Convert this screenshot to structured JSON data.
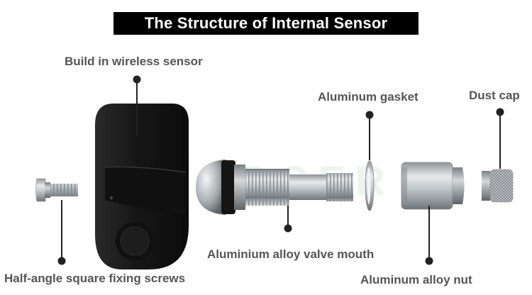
{
  "title": "The Structure of Internal Sensor",
  "callouts": {
    "wireless_sensor": "Build in wireless sensor",
    "aluminum_gasket": "Aluminum gasket",
    "dust_cap": "Dust cap",
    "valve_mouth": "Aluminium alloy valve mouth",
    "fixing_screws": "Half-angle square fixing screws",
    "alloy_nut": "Aluminum alloy nut"
  },
  "watermark": "VARCER",
  "colors": {
    "title_bg": "#000000",
    "title_text": "#ffffff",
    "callout_text": "#555555",
    "leader_line": "#222222",
    "sensor_body": "#1c1c1c",
    "metal": "#b9bec2"
  }
}
